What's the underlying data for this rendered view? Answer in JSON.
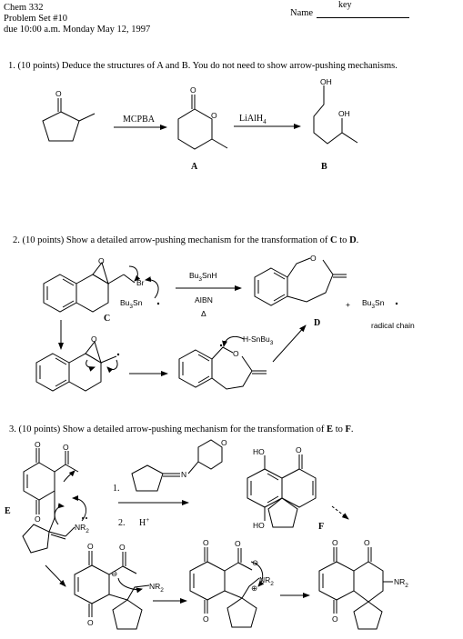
{
  "header": {
    "course": "Chem 332",
    "problem_set": "Problem Set #10",
    "due": "due 10:00 a.m. Monday May 12, 1997",
    "name_label": "Name",
    "key": "key"
  },
  "q1": {
    "prompt": "1.  (10 points) Deduce the structures of A and B.  You do not need to show arrow-pushing mechanisms.",
    "reagent1": "MCPBA",
    "reagent2": "LiAlH",
    "reagent2_sub": "4",
    "label_a": "A",
    "label_b": "B",
    "atoms": {
      "o": "O",
      "oh1": "OH",
      "oh2": "OH"
    }
  },
  "q2": {
    "prompt_pre": "2.  (10 points) Show a detailed arrow-pushing mechanism for the transformation of ",
    "c": "C",
    "to": " to ",
    "d": "D",
    "prompt_end": ".",
    "reagent1": "Bu",
    "reagent1_sub": "3",
    "reagent1_post": "SnH",
    "reagent2": "AIBN",
    "delta": "Δ",
    "plus": "+",
    "byproduct": "Bu",
    "byproduct_sub": "3",
    "byproduct_post": "Sn",
    "radical_chain": "radical chain",
    "label_c": "C",
    "label_d": "D",
    "atoms": {
      "br": "Br",
      "o": "O",
      "bu3sn": "Bu",
      "bu3sn_sub": "3",
      "bu3sn_post": "Sn",
      "hsn": "H-SnBu",
      "hsn_sub": "3"
    }
  },
  "q3": {
    "prompt_pre": "3.  (10 points) Show a detailed arrow-pushing mechanism for the transformation of  ",
    "e": "E",
    "to": " to ",
    "f": "F",
    "prompt_end": ".",
    "step1": "1.",
    "step2": "2.",
    "hplus": "H",
    "hplus_sup": "+",
    "label_e": "E",
    "label_f": "F",
    "atoms": {
      "o": "O",
      "n": "N",
      "nr2": "NR",
      "nr2_sub": "2",
      "ho": "HO",
      "minus": "⊖",
      "plus": "⊕"
    }
  }
}
